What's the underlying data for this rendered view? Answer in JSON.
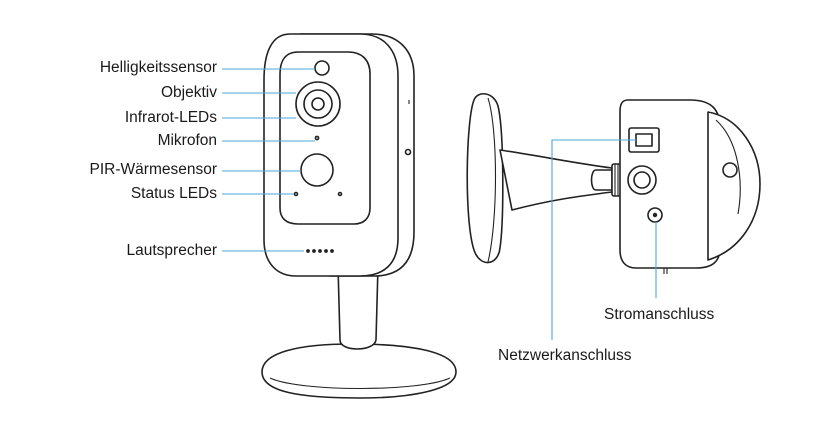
{
  "front_labels": [
    {
      "id": "brightness",
      "text": "Helligkeitssensor"
    },
    {
      "id": "lens",
      "text": "Objektiv"
    },
    {
      "id": "infrared",
      "text": "Infrarot-LEDs"
    },
    {
      "id": "mic",
      "text": "Mikrofon"
    },
    {
      "id": "pir",
      "text": "PIR-Wärmesensor"
    },
    {
      "id": "status",
      "text": "Status LEDs"
    },
    {
      "id": "speaker",
      "text": "Lautsprecher"
    }
  ],
  "back_labels": [
    {
      "id": "power",
      "text": "Stromanschluss"
    },
    {
      "id": "network",
      "text": "Netzwerkanschluss"
    }
  ],
  "colors": {
    "leader_line": "#4aa8d8",
    "outline": "#222222"
  }
}
